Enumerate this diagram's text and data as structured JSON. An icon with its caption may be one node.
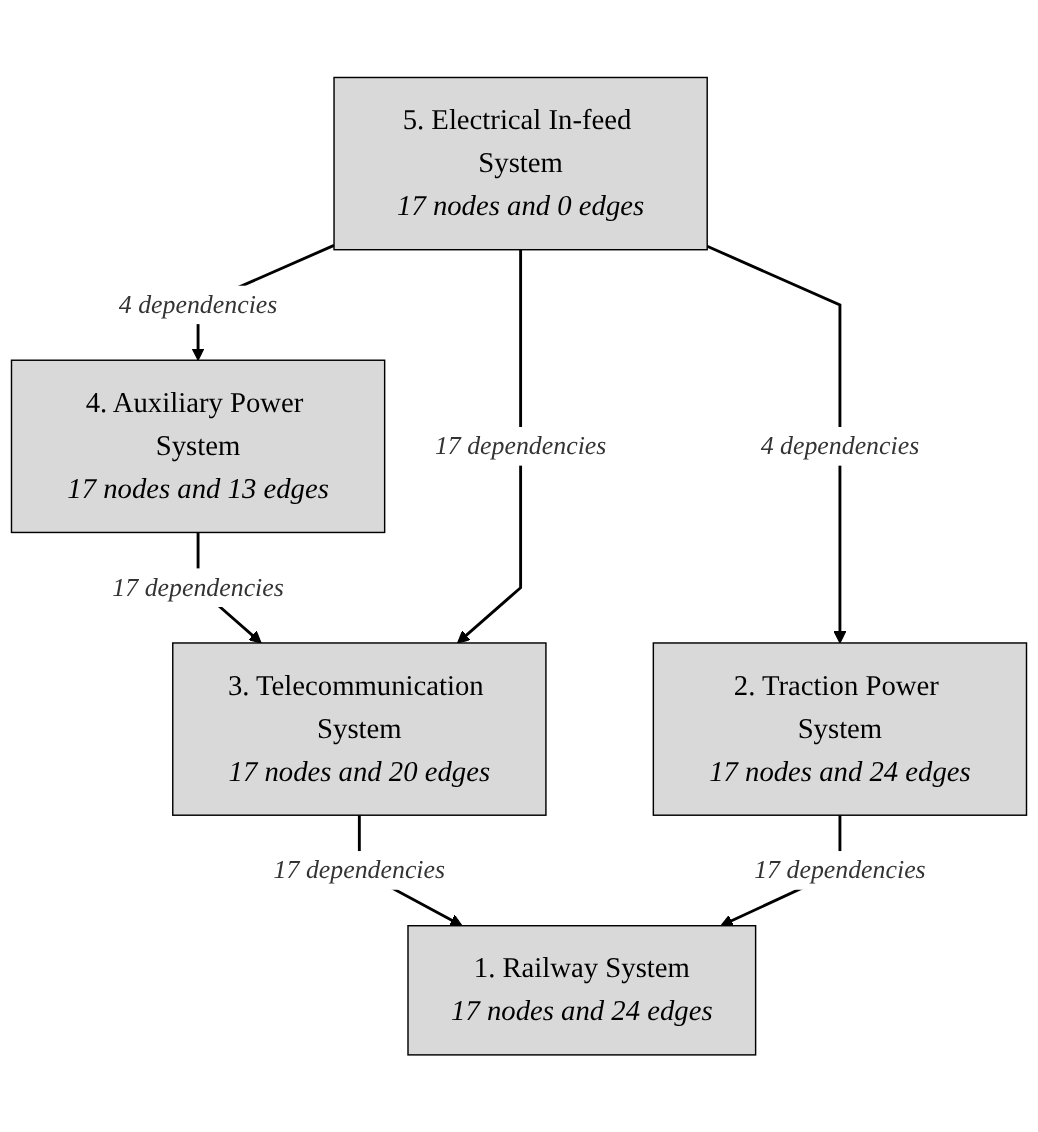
{
  "diagram": {
    "nodes": [
      {
        "text": [
          "5. Electrical In-feed System",
          "17 nodes and 0 edges"
        ]
      },
      {
        "text": [
          "4. Auxiliary Power System",
          "17 nodes and 13 edges"
        ]
      },
      {
        "text": [
          "3. Telecommunication System",
          "17 nodes and 20 edges"
        ]
      },
      {
        "text": [
          "1. Railway System",
          "17 nodes and 24 edges"
        ]
      },
      {
        "text": [
          "2. Traction Power System",
          "17 nodes and 24 edges"
        ]
      }
    ],
    "edges": [
      {
        "from": 0,
        "to": 1,
        "arrow": "to",
        "label": "4 dependencies"
      },
      {
        "from": 1,
        "to": 2,
        "arrow": "to",
        "label": "17 dependencies"
      },
      {
        "from": 2,
        "to": 3,
        "arrow": "to",
        "label": "17 dependencies"
      },
      {
        "from": 4,
        "to": 3,
        "arrow": "to",
        "label": "17 dependencies"
      },
      {
        "from": 0,
        "to": 2,
        "arrow": "to",
        "label": "17 dependencies"
      },
      {
        "from": 0,
        "to": 4,
        "arrow": "to",
        "label": "4 dependencies"
      }
    ]
  }
}
